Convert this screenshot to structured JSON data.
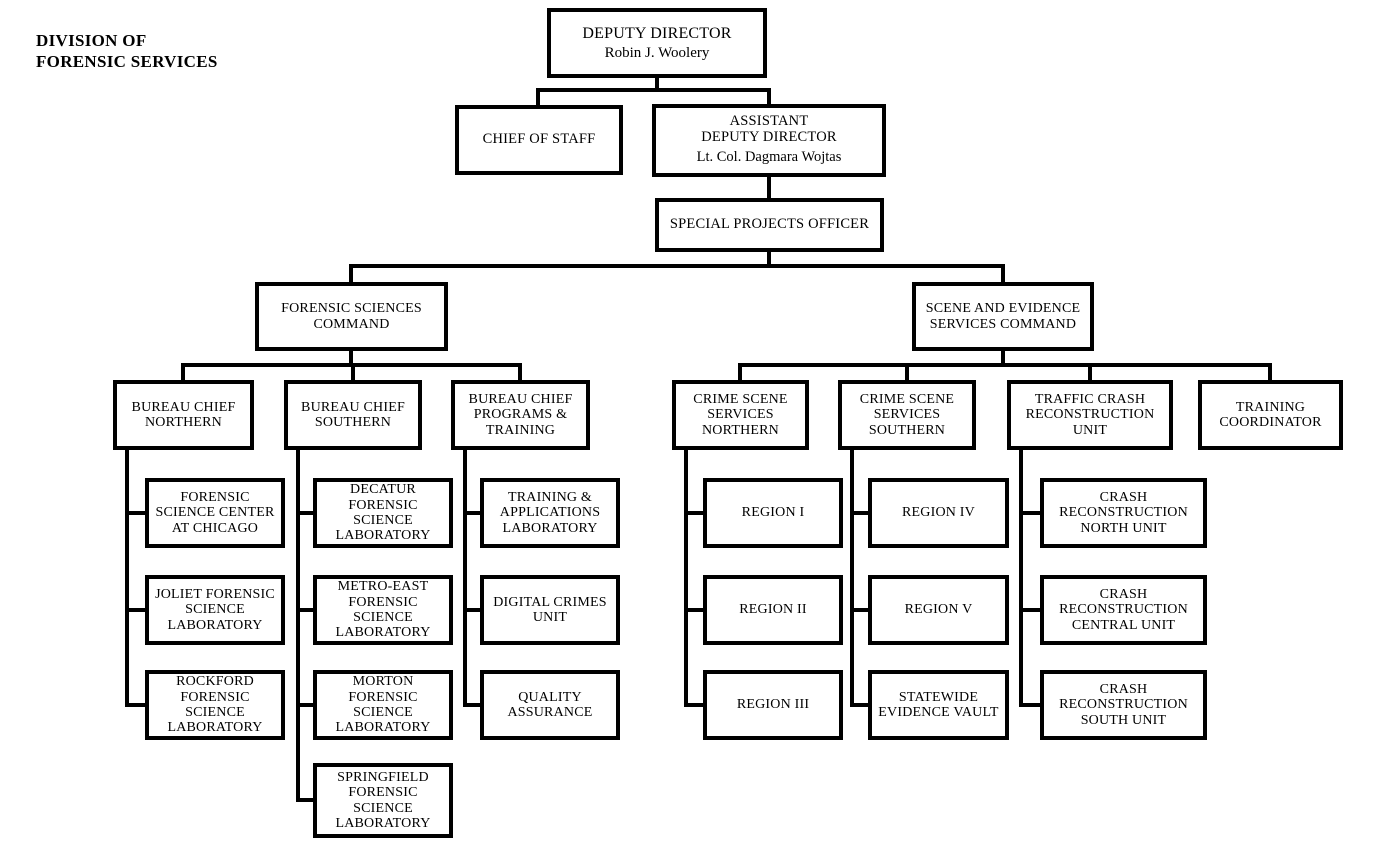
{
  "title": "DIVISION OF\nFORENSIC SERVICES",
  "org": {
    "deputy_director": {
      "label": "DEPUTY DIRECTOR",
      "person": "Robin J. Woolery"
    },
    "chief_of_staff": {
      "label": "CHIEF OF STAFF"
    },
    "assistant_deputy_director": {
      "label": "ASSISTANT\nDEPUTY DIRECTOR",
      "person": "Lt. Col. Dagmara Wojtas"
    },
    "special_projects_officer": {
      "label": "SPECIAL PROJECTS OFFICER"
    },
    "forensic_sciences_command": {
      "label": "FORENSIC SCIENCES\nCOMMAND",
      "bureau_chief_northern": {
        "label": "BUREAU CHIEF\nNORTHERN",
        "forensic_science_center_chicago": {
          "label": "FORENSIC\nSCIENCE CENTER\nAT CHICAGO"
        },
        "joliet_lab": {
          "label": "JOLIET FORENSIC\nSCIENCE\nLABORATORY"
        },
        "rockford_lab": {
          "label": "ROCKFORD\nFORENSIC\nSCIENCE\nLABORATORY"
        }
      },
      "bureau_chief_southern": {
        "label": "BUREAU CHIEF\nSOUTHERN",
        "decatur_lab": {
          "label": "DECATUR\nFORENSIC\nSCIENCE\nLABORATORY"
        },
        "metro_east_lab": {
          "label": "METRO-EAST\nFORENSIC\nSCIENCE\nLABORATORY"
        },
        "morton_lab": {
          "label": "MORTON\nFORENSIC\nSCIENCE\nLABORATORY"
        },
        "springfield_lab": {
          "label": "SPRINGFIELD\nFORENSIC\nSCIENCE\nLABORATORY"
        }
      },
      "bureau_chief_programs_training": {
        "label": "BUREAU CHIEF\nPROGRAMS &\nTRAINING",
        "training_applications_lab": {
          "label": "TRAINING &\nAPPLICATIONS\nLABORATORY"
        },
        "digital_crimes_unit": {
          "label": "DIGITAL CRIMES\nUNIT"
        },
        "quality_assurance": {
          "label": "QUALITY\nASSURANCE"
        }
      }
    },
    "scene_evidence_services_command": {
      "label": "SCENE AND EVIDENCE\nSERVICES COMMAND",
      "crime_scene_services_northern": {
        "label": "CRIME SCENE\nSERVICES\nNORTHERN",
        "region_i": {
          "label": "REGION I"
        },
        "region_ii": {
          "label": "REGION II"
        },
        "region_iii": {
          "label": "REGION III"
        }
      },
      "crime_scene_services_southern": {
        "label": "CRIME SCENE\nSERVICES\nSOUTHERN",
        "region_iv": {
          "label": "REGION IV"
        },
        "region_v": {
          "label": "REGION V"
        },
        "statewide_evidence_vault": {
          "label": "STATEWIDE\nEVIDENCE VAULT"
        }
      },
      "traffic_crash_reconstruction_unit": {
        "label": "TRAFFIC CRASH\nRECONSTRUCTION\nUNIT",
        "crash_reconstruction_north_unit": {
          "label": "CRASH\nRECONSTRUCTION\nNORTH UNIT"
        },
        "crash_reconstruction_central_unit": {
          "label": "CRASH\nRECONSTRUCTION\nCENTRAL UNIT"
        },
        "crash_reconstruction_south_unit": {
          "label": "CRASH\nRECONSTRUCTION\nSOUTH UNIT"
        }
      },
      "training_coordinator": {
        "label": "TRAINING\nCOORDINATOR"
      }
    }
  }
}
